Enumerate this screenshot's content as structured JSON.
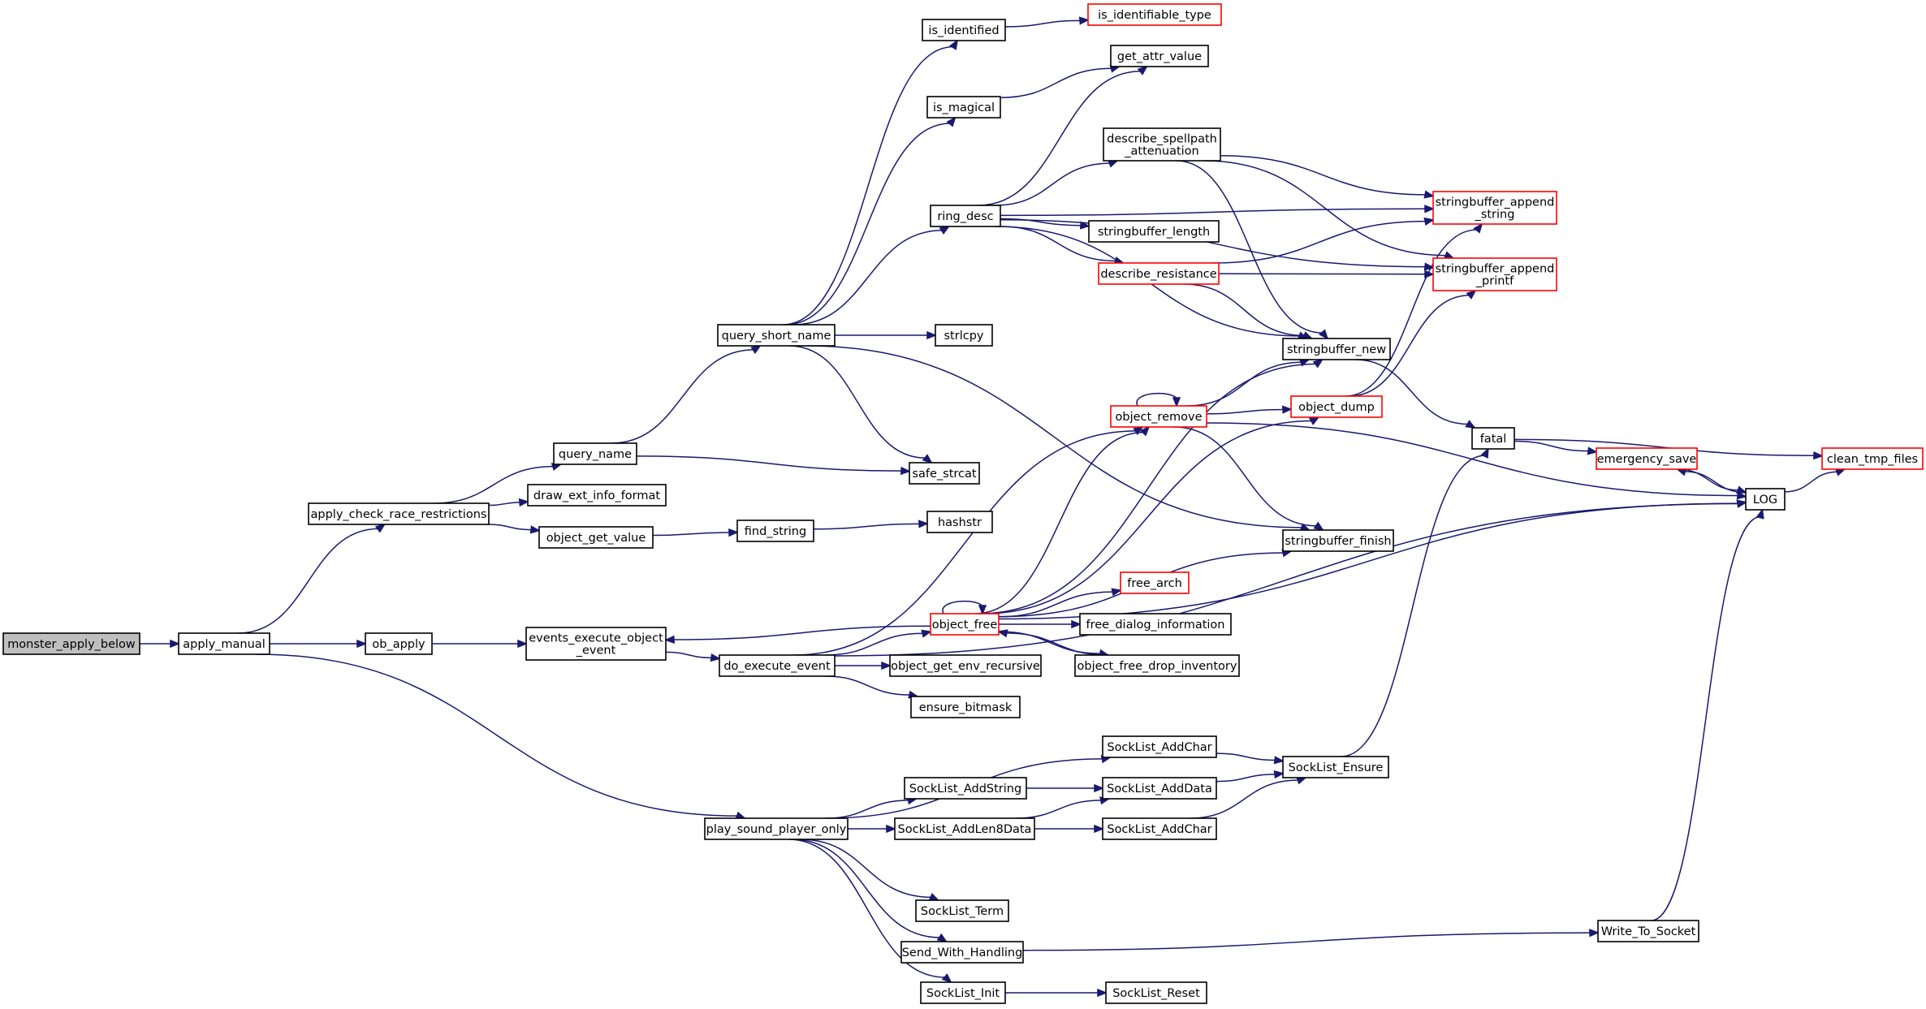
{
  "colors": {
    "edge": "#191970",
    "node_border": "#000000",
    "node_border_truncated": "#ff0000",
    "focus_fill": "#bfbfbf",
    "node_fill": "#ffffff"
  },
  "nodes": [
    {
      "id": "monster_apply_below",
      "lines": [
        "monster_apply_below"
      ],
      "focus": true
    },
    {
      "id": "apply_manual",
      "lines": [
        "apply_manual"
      ]
    },
    {
      "id": "apply_check_race_restrictions",
      "lines": [
        "apply_check_race_restrictions"
      ]
    },
    {
      "id": "ob_apply",
      "lines": [
        "ob_apply"
      ]
    },
    {
      "id": "play_sound_player_only",
      "lines": [
        "play_sound_player_only"
      ]
    },
    {
      "id": "query_name",
      "lines": [
        "query_name"
      ]
    },
    {
      "id": "draw_ext_info_format",
      "lines": [
        "draw_ext_info_format"
      ]
    },
    {
      "id": "object_get_value",
      "lines": [
        "object_get_value"
      ]
    },
    {
      "id": "find_string",
      "lines": [
        "find_string"
      ]
    },
    {
      "id": "hashstr",
      "lines": [
        "hashstr"
      ]
    },
    {
      "id": "query_short_name",
      "lines": [
        "query_short_name"
      ]
    },
    {
      "id": "is_identified",
      "lines": [
        "is_identified"
      ]
    },
    {
      "id": "is_identifiable_type",
      "lines": [
        "is_identifiable_type"
      ],
      "truncated": true
    },
    {
      "id": "is_magical",
      "lines": [
        "is_magical"
      ]
    },
    {
      "id": "get_attr_value",
      "lines": [
        "get_attr_value"
      ]
    },
    {
      "id": "ring_desc",
      "lines": [
        "ring_desc"
      ]
    },
    {
      "id": "describe_spellpath_attenuation",
      "lines": [
        "describe_spellpath",
        "_attenuation"
      ]
    },
    {
      "id": "stringbuffer_length",
      "lines": [
        "stringbuffer_length"
      ]
    },
    {
      "id": "describe_resistance",
      "lines": [
        "describe_resistance"
      ],
      "truncated": true
    },
    {
      "id": "stringbuffer_append_string",
      "lines": [
        "stringbuffer_append",
        "_string"
      ],
      "truncated": true
    },
    {
      "id": "stringbuffer_append_printf",
      "lines": [
        "stringbuffer_append",
        "_printf"
      ],
      "truncated": true
    },
    {
      "id": "strlcpy",
      "lines": [
        "strlcpy"
      ]
    },
    {
      "id": "stringbuffer_new",
      "lines": [
        "stringbuffer_new"
      ]
    },
    {
      "id": "safe_strcat",
      "lines": [
        "safe_strcat"
      ]
    },
    {
      "id": "stringbuffer_finish",
      "lines": [
        "stringbuffer_finish"
      ]
    },
    {
      "id": "object_remove",
      "lines": [
        "object_remove"
      ],
      "truncated": true
    },
    {
      "id": "object_dump",
      "lines": [
        "object_dump"
      ],
      "truncated": true
    },
    {
      "id": "fatal",
      "lines": [
        "fatal"
      ]
    },
    {
      "id": "emergency_save",
      "lines": [
        "emergency_save"
      ],
      "truncated": true
    },
    {
      "id": "clean_tmp_files",
      "lines": [
        "clean_tmp_files"
      ],
      "truncated": true
    },
    {
      "id": "LOG",
      "lines": [
        "LOG"
      ]
    },
    {
      "id": "events_execute_object_event",
      "lines": [
        "events_execute_object",
        "_event"
      ]
    },
    {
      "id": "do_execute_event",
      "lines": [
        "do_execute_event"
      ]
    },
    {
      "id": "object_free",
      "lines": [
        "object_free"
      ],
      "truncated": true
    },
    {
      "id": "free_arch",
      "lines": [
        "free_arch"
      ],
      "truncated": true
    },
    {
      "id": "free_dialog_information",
      "lines": [
        "free_dialog_information"
      ]
    },
    {
      "id": "object_free_drop_inventory",
      "lines": [
        "object_free_drop_inventory"
      ]
    },
    {
      "id": "object_get_env_recursive",
      "lines": [
        "object_get_env_recursive"
      ]
    },
    {
      "id": "ensure_bitmask",
      "lines": [
        "ensure_bitmask"
      ]
    },
    {
      "id": "SockList_AddChar_1",
      "lines": [
        "SockList_AddChar"
      ]
    },
    {
      "id": "SockList_AddString",
      "lines": [
        "SockList_AddString"
      ]
    },
    {
      "id": "SockList_AddData",
      "lines": [
        "SockList_AddData"
      ]
    },
    {
      "id": "SockList_Ensure",
      "lines": [
        "SockList_Ensure"
      ]
    },
    {
      "id": "SockList_AddLen8Data",
      "lines": [
        "SockList_AddLen8Data"
      ]
    },
    {
      "id": "SockList_AddChar_2",
      "lines": [
        "SockList_AddChar"
      ]
    },
    {
      "id": "SockList_Term",
      "lines": [
        "SockList_Term"
      ]
    },
    {
      "id": "Send_With_Handling",
      "lines": [
        "Send_With_Handling"
      ]
    },
    {
      "id": "Write_To_Socket",
      "lines": [
        "Write_To_Socket"
      ]
    },
    {
      "id": "SockList_Init",
      "lines": [
        "SockList_Init"
      ]
    },
    {
      "id": "SockList_Reset",
      "lines": [
        "SockList_Reset"
      ]
    }
  ],
  "edges": [
    [
      "monster_apply_below",
      "apply_manual"
    ],
    [
      "apply_manual",
      "apply_check_race_restrictions"
    ],
    [
      "apply_manual",
      "ob_apply"
    ],
    [
      "apply_manual",
      "play_sound_player_only"
    ],
    [
      "apply_check_race_restrictions",
      "query_name"
    ],
    [
      "apply_check_race_restrictions",
      "draw_ext_info_format"
    ],
    [
      "apply_check_race_restrictions",
      "object_get_value"
    ],
    [
      "object_get_value",
      "find_string"
    ],
    [
      "find_string",
      "hashstr"
    ],
    [
      "query_name",
      "query_short_name"
    ],
    [
      "query_name",
      "safe_strcat"
    ],
    [
      "query_short_name",
      "is_identified"
    ],
    [
      "query_short_name",
      "is_magical"
    ],
    [
      "query_short_name",
      "ring_desc"
    ],
    [
      "query_short_name",
      "strlcpy"
    ],
    [
      "query_short_name",
      "safe_strcat"
    ],
    [
      "query_short_name",
      "stringbuffer_finish"
    ],
    [
      "is_identified",
      "is_identifiable_type"
    ],
    [
      "is_magical",
      "get_attr_value"
    ],
    [
      "ring_desc",
      "get_attr_value"
    ],
    [
      "ring_desc",
      "describe_spellpath_attenuation"
    ],
    [
      "ring_desc",
      "stringbuffer_length"
    ],
    [
      "ring_desc",
      "describe_resistance"
    ],
    [
      "ring_desc",
      "stringbuffer_append_string"
    ],
    [
      "ring_desc",
      "stringbuffer_append_printf"
    ],
    [
      "ring_desc",
      "stringbuffer_new"
    ],
    [
      "describe_spellpath_attenuation",
      "stringbuffer_append_string"
    ],
    [
      "describe_spellpath_attenuation",
      "stringbuffer_append_printf"
    ],
    [
      "describe_spellpath_attenuation",
      "stringbuffer_new"
    ],
    [
      "describe_resistance",
      "stringbuffer_append_string"
    ],
    [
      "describe_resistance",
      "stringbuffer_append_printf"
    ],
    [
      "describe_resistance",
      "stringbuffer_new"
    ],
    [
      "stringbuffer_new",
      "fatal"
    ],
    [
      "fatal",
      "emergency_save"
    ],
    [
      "fatal",
      "clean_tmp_files"
    ],
    [
      "emergency_save",
      "LOG"
    ],
    [
      "LOG",
      "emergency_save"
    ],
    [
      "LOG",
      "clean_tmp_files"
    ],
    [
      "ob_apply",
      "events_execute_object_event"
    ],
    [
      "events_execute_object_event",
      "do_execute_event"
    ],
    [
      "do_execute_event",
      "object_free"
    ],
    [
      "do_execute_event",
      "object_get_env_recursive"
    ],
    [
      "do_execute_event",
      "ensure_bitmask"
    ],
    [
      "do_execute_event",
      "object_remove"
    ],
    [
      "do_execute_event",
      "LOG"
    ],
    [
      "object_free",
      "events_execute_object_event"
    ],
    [
      "object_free",
      "object_free"
    ],
    [
      "object_free",
      "object_remove"
    ],
    [
      "object_free",
      "stringbuffer_new"
    ],
    [
      "object_free",
      "object_dump"
    ],
    [
      "object_free",
      "stringbuffer_finish"
    ],
    [
      "object_free",
      "free_arch"
    ],
    [
      "object_free",
      "free_dialog_information"
    ],
    [
      "object_free",
      "object_free_drop_inventory"
    ],
    [
      "object_free",
      "LOG"
    ],
    [
      "object_free_drop_inventory",
      "object_free"
    ],
    [
      "object_remove",
      "object_remove"
    ],
    [
      "object_remove",
      "stringbuffer_new"
    ],
    [
      "object_remove",
      "object_dump"
    ],
    [
      "object_remove",
      "stringbuffer_finish"
    ],
    [
      "object_remove",
      "LOG"
    ],
    [
      "object_dump",
      "stringbuffer_append_string"
    ],
    [
      "object_dump",
      "stringbuffer_append_printf"
    ],
    [
      "play_sound_player_only",
      "SockList_AddChar_1"
    ],
    [
      "play_sound_player_only",
      "SockList_AddString"
    ],
    [
      "play_sound_player_only",
      "SockList_AddLen8Data"
    ],
    [
      "play_sound_player_only",
      "SockList_Term"
    ],
    [
      "play_sound_player_only",
      "Send_With_Handling"
    ],
    [
      "play_sound_player_only",
      "SockList_Init"
    ],
    [
      "SockList_AddChar_1",
      "SockList_Ensure"
    ],
    [
      "SockList_AddString",
      "SockList_AddData"
    ],
    [
      "SockList_AddData",
      "SockList_Ensure"
    ],
    [
      "SockList_AddLen8Data",
      "SockList_AddData"
    ],
    [
      "SockList_AddLen8Data",
      "SockList_AddChar_2"
    ],
    [
      "SockList_AddChar_2",
      "SockList_Ensure"
    ],
    [
      "SockList_Ensure",
      "fatal"
    ],
    [
      "Send_With_Handling",
      "Write_To_Socket"
    ],
    [
      "Write_To_Socket",
      "LOG"
    ],
    [
      "SockList_Init",
      "SockList_Reset"
    ]
  ]
}
